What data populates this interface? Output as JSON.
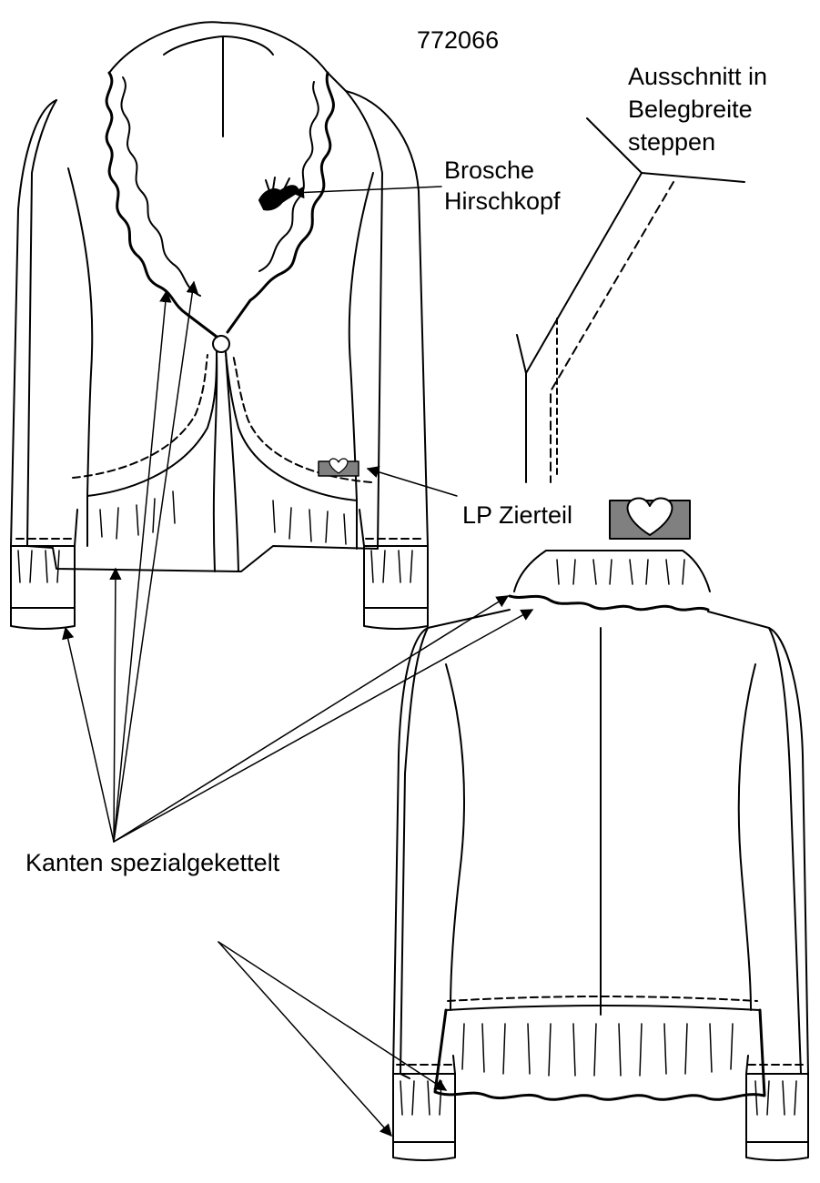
{
  "sketch": {
    "style_number": "772066",
    "colors": {
      "line": "#000000",
      "fill": "#ffffff",
      "zierteil": "#808080"
    },
    "annotations": {
      "ausschnitt": [
        "Ausschnitt in",
        "Belegbreite",
        "steppen"
      ],
      "brosche": [
        "Brosche",
        "Hirschkopf"
      ],
      "zierteil": "LP Zierteil",
      "kanten": "Kanten spezialgekettelt"
    },
    "icons": [
      "heart-icon",
      "stag-head-brooch-icon",
      "button-icon"
    ]
  }
}
